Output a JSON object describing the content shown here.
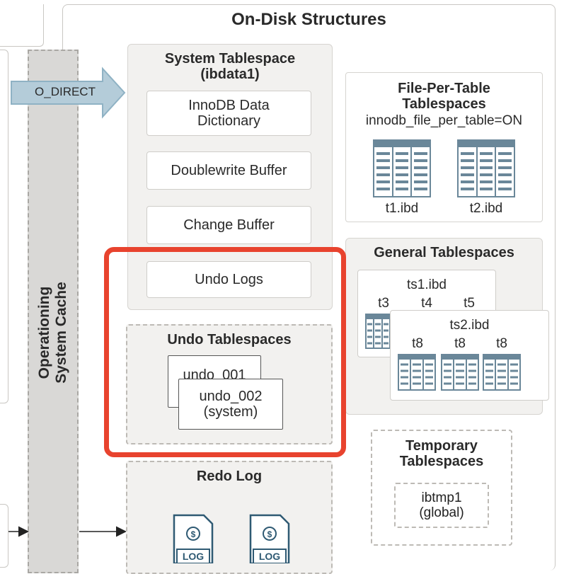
{
  "header": {
    "title": "On-Disk Structures"
  },
  "os_cache": {
    "label_line1": "Operationing",
    "label_line2": "System Cache"
  },
  "o_direct": {
    "label": "O_DIRECT"
  },
  "system_tablespace": {
    "title_line1": "System Tablespace",
    "title_line2": "(ibdata1)",
    "items": [
      {
        "line1": "InnoDB Data",
        "line2": "Dictionary"
      },
      {
        "line1": "Doublewrite Buffer",
        "line2": ""
      },
      {
        "line1": "Change Buffer",
        "line2": ""
      },
      {
        "line1": "Undo Logs",
        "line2": ""
      }
    ]
  },
  "file_per_table": {
    "title_line1": "File-Per-Table",
    "title_line2": "Tablespaces",
    "setting": "innodb_file_per_table=ON",
    "files": [
      "t1.ibd",
      "t2.ibd"
    ]
  },
  "general_tablespaces": {
    "title": "General Tablespaces",
    "ts1": {
      "name": "ts1.ibd",
      "tables": [
        "t3",
        "t4",
        "t5"
      ]
    },
    "ts2": {
      "name": "ts2.ibd",
      "tables": [
        "t8",
        "t8",
        "t8"
      ]
    }
  },
  "undo_tablespaces": {
    "title": "Undo Tablespaces",
    "undo1": "undo_001",
    "undo2_line1": "undo_002",
    "undo2_line2": "(system)"
  },
  "temporary_tablespaces": {
    "title_line1": "Temporary",
    "title_line2": "Tablespaces",
    "file_line1": "ibtmp1",
    "file_line2": "(global)"
  },
  "redo_log": {
    "title": "Redo Log",
    "icon_label": "LOG"
  },
  "colors": {
    "highlight": "#e8432e",
    "arrow_fill": "#b4ccd9",
    "arrow_stroke": "#8fb2c4",
    "table_icon": "#6a8799"
  }
}
